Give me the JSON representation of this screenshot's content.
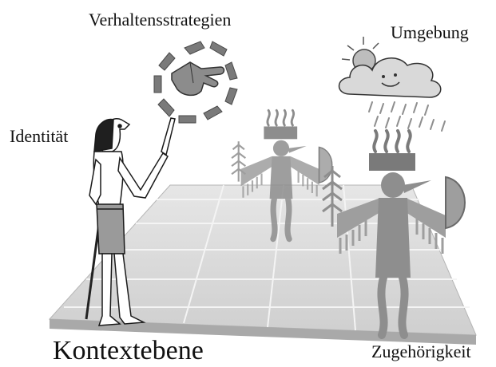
{
  "labels": {
    "strategies": "Verhaltensstrategien",
    "environment": "Umgebung",
    "identity": "Identität",
    "context_level": "Kontextebene",
    "belonging": "Zugehörigkeit"
  },
  "icons": {
    "cycle": "circular-arrows-icon",
    "hand": "pointing-hand-icon",
    "weather": "sun-cloud-rain-icon",
    "figure_main": "falcon-headed-figure",
    "figures_tribe": "antenna-head-figure"
  },
  "colors": {
    "floor": "#d9d9d9",
    "floor_edge": "#a8a8a8",
    "grid": "#f2f2f2",
    "figure_fill": "#9a9a9a",
    "arrow_fill": "#7a7a7a",
    "outline": "#1a1a1a"
  }
}
